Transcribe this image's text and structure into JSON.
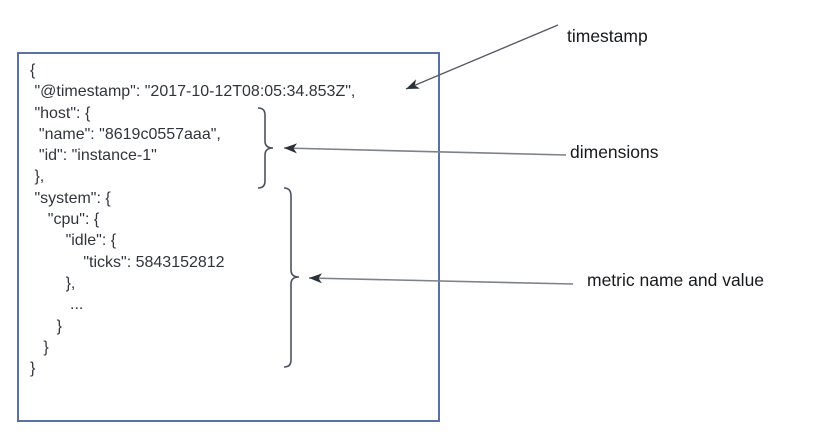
{
  "code_box": {
    "text": "{\n \"@timestamp\": \"2017-10-12T08:05:34.853Z\",\n \"host\": {\n  \"name\": \"8619c0557aaa\",\n  \"id\": \"instance-1\"\n },\n \"system\": {\n    \"cpu\": {\n        \"idle\": {\n            \"ticks\": 5843152812\n        },\n         ...\n      }\n   }\n}"
  },
  "annotations": [
    {
      "label": "timestamp"
    },
    {
      "label": "dimensions"
    },
    {
      "label": "metric name and value"
    }
  ],
  "colors": {
    "box_border": "#5a71a5",
    "code_text": "#31353b",
    "label_text": "#17191c",
    "arrow_shaft": "#6d727a",
    "arrow_head": "#2c3037",
    "brace": "#4a5160"
  }
}
